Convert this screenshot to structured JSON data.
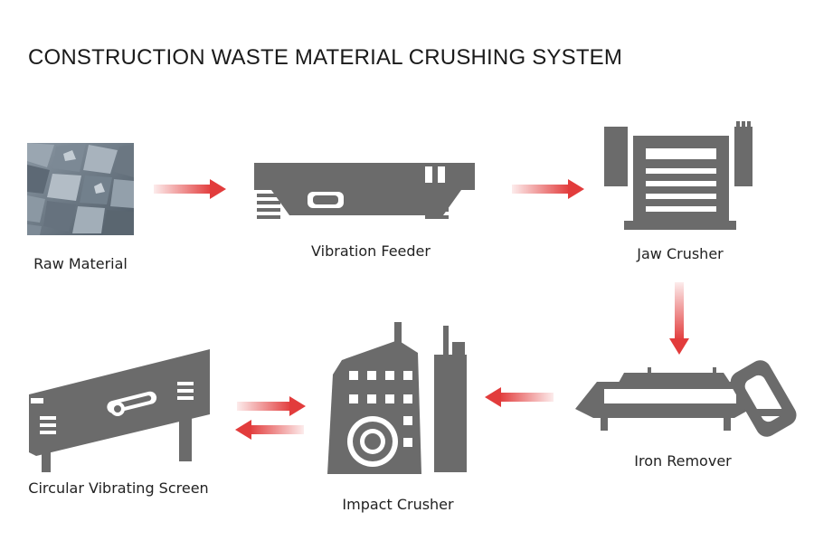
{
  "title": "CONSTRUCTION WASTE MATERIAL CRUSHING SYSTEM",
  "stages": {
    "raw_material": "Raw Material",
    "vibration_feeder": "Vibration Feeder",
    "jaw_crusher": "Jaw Crusher",
    "iron_remover": "Iron Remover",
    "impact_crusher": "Impact Crusher",
    "circular_vibrating_screen": "Circular Vibrating Screen"
  },
  "colors": {
    "machine": "#6b6b6b",
    "machine_light": "#ffffff",
    "arrow": "#e23c3c",
    "rock": "#6d7a85"
  },
  "icons": [
    "raw-material-rock-image",
    "vibration-feeder-icon",
    "jaw-crusher-icon",
    "iron-remover-icon",
    "impact-crusher-icon",
    "circular-vibrating-screen-icon"
  ]
}
